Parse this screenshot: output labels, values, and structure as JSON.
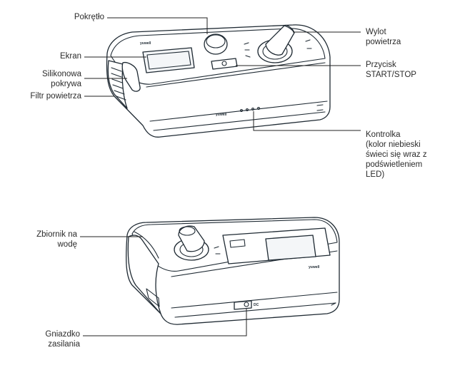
{
  "labels": {
    "knob": "Pokrętło",
    "screen": "Ekran",
    "silicone_cover_line1": "Silikonowa",
    "silicone_cover_line2": "pokrywa",
    "air_filter": "Filtr powietrza",
    "air_outlet_line1": "Wylot",
    "air_outlet_line2": "powietrza",
    "start_stop_line1": "Przycisk",
    "start_stop_line2": "START/STOP",
    "indicator_line1": "Kontrolka",
    "indicator_line2": "(kolor niebieski",
    "indicator_line3": "świeci się wraz z",
    "indicator_line4": "podświetleniem",
    "indicator_line5": "LED)",
    "water_tank_line1": "Zbiornik na",
    "water_tank_line2": "wodę",
    "power_socket_line1": "Gniazdko",
    "power_socket_line2": "zasilania"
  },
  "colors": {
    "outline": "#1f2a33",
    "text": "#2b2b2b",
    "background": "#ffffff"
  }
}
